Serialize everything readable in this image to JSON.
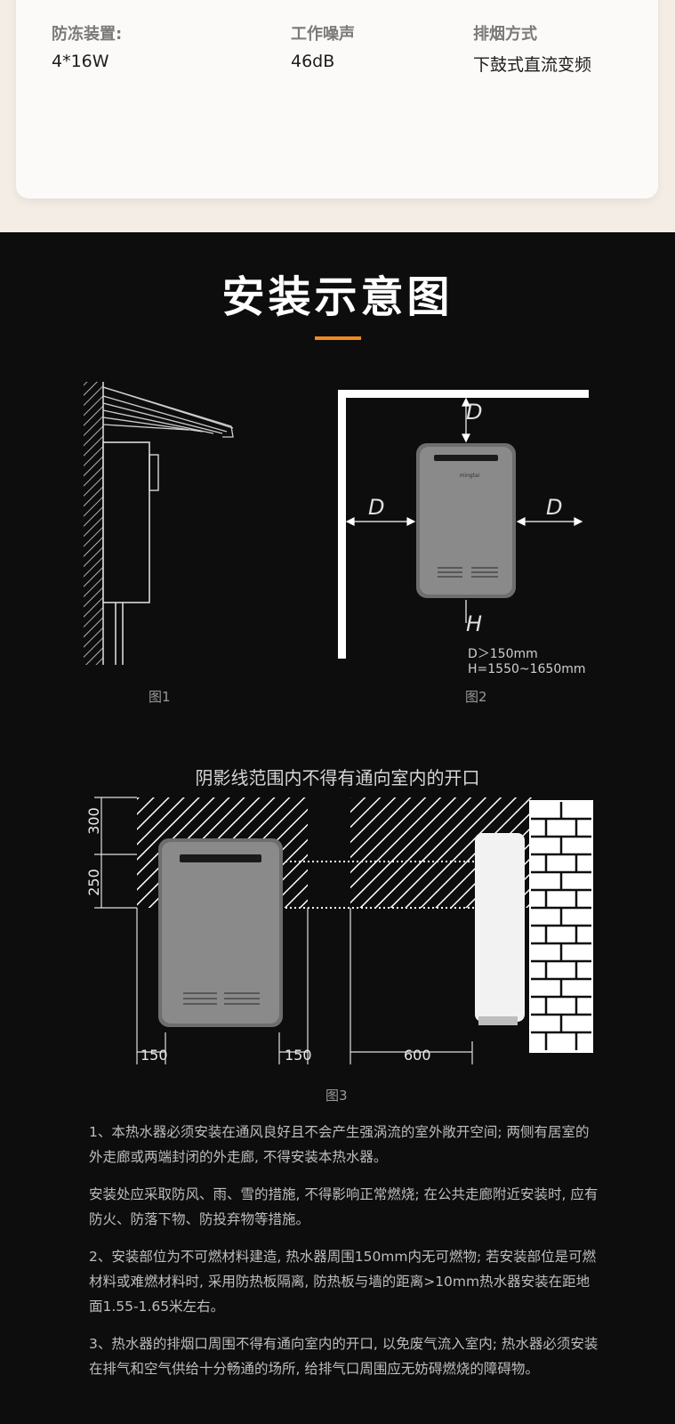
{
  "specs": [
    {
      "label": "防冻装置:",
      "value": "4*16W"
    },
    {
      "label": "工作噪声",
      "value": "46dB"
    },
    {
      "label": "排烟方式",
      "value": "下鼓式直流变频"
    }
  ],
  "section": {
    "title": "安装示意图",
    "accent_color": "#f08a1e"
  },
  "figures": {
    "fig1_caption": "图1",
    "fig2_caption": "图2",
    "fig3_caption": "图3",
    "fig2": {
      "d_label": "D",
      "h_label": "H",
      "d_rule": "D＞150mm",
      "h_rule": "H=1550~1650mm"
    },
    "fig3": {
      "banner": "阴影线范围内不得有通向室内的开口",
      "dim_300": "300",
      "dim_250": "250",
      "dim_150_left": "150",
      "dim_150_right": "150",
      "dim_600": "600"
    },
    "heater_brand": "mingtai"
  },
  "notes": [
    "1、本热水器必须安装在通风良好且不会产生强涡流的室外敞开空间; 两侧有居室的外走廊或两端封闭的外走廊, 不得安装本热水器。",
    "安装处应采取防风、雨、雪的措施, 不得影响正常燃烧; 在公共走廊附近安装时, 应有防火、防落下物、防投弃物等措施。",
    "2、安装部位为不可燃材料建造, 热水器周围150mm内无可燃物; 若安装部位是可燃材料或难燃材料时, 采用防热板隔离, 防热板与墙的距离>10mm热水器安装在距地面1.55-1.65米左右。",
    "3、热水器的排烟口周围不得有通向室内的开口, 以免废气流入室内; 热水器必须安装在排气和空气供给十分畅通的场所, 给排气口周围应无妨碍燃烧的障碍物。"
  ]
}
